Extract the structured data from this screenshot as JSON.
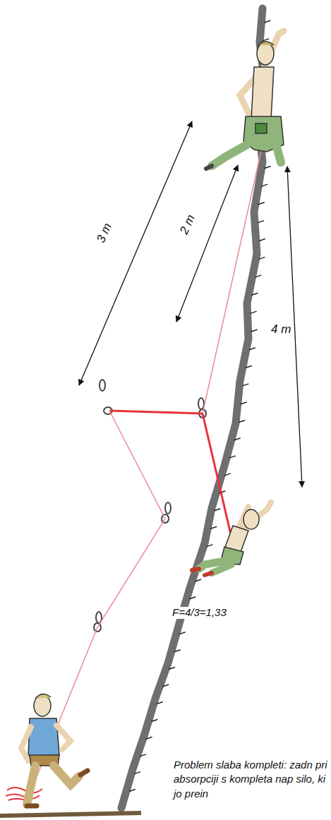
{
  "diagram": {
    "caption": "Problem slaba kompleti: zadn pri absorpciji s kompleta nap silo, ki jo prein",
    "labels": [
      "3 m",
      "2 m",
      "4 m",
      "F=4/3=1,33"
    ]
  }
}
